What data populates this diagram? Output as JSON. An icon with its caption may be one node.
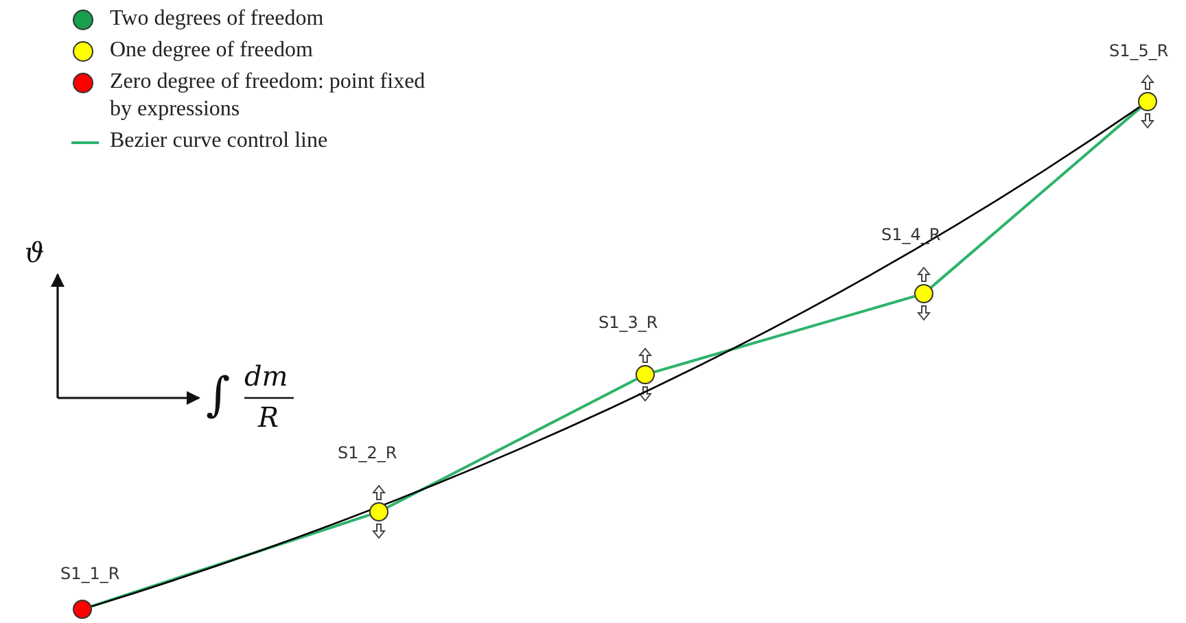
{
  "diagram": {
    "nodes": [
      {
        "text": [],
        "shape": "circle",
        "beside": [
          "S1_1_R"
        ]
      },
      {
        "text": [],
        "shape": "circle",
        "beside": [
          "S1_2_R"
        ]
      },
      {
        "text": [],
        "shape": "circle",
        "beside": [
          "S1_3_R"
        ]
      },
      {
        "text": [],
        "shape": "circle",
        "beside": [
          "S1_4_R"
        ]
      },
      {
        "text": [],
        "shape": "circle",
        "beside": [
          "S1_5_R"
        ]
      }
    ],
    "edges": [
      {
        "from": 0,
        "to": 1,
        "arrow": "none"
      },
      {
        "from": 1,
        "to": 2,
        "arrow": "none"
      },
      {
        "from": 2,
        "to": 3,
        "arrow": "none"
      },
      {
        "from": 3,
        "to": 4,
        "arrow": "none"
      },
      {
        "from": 0,
        "to": 4,
        "arrow": "none",
        "color": "#000000"
      }
    ],
    "labels": [
      "ϑ",
      "∫",
      "dm",
      "R"
    ],
    "legend": [
      {
        "text": "Two degrees of freedom",
        "color": "#1a9e4f"
      },
      {
        "text": "One degree of freedom",
        "color": "#ffff00"
      },
      {
        "text": "Zero degree of freedom: point fixed by expressions",
        "color": "#ff0000"
      },
      {
        "text": "Bezier curve control line"
      }
    ]
  }
}
